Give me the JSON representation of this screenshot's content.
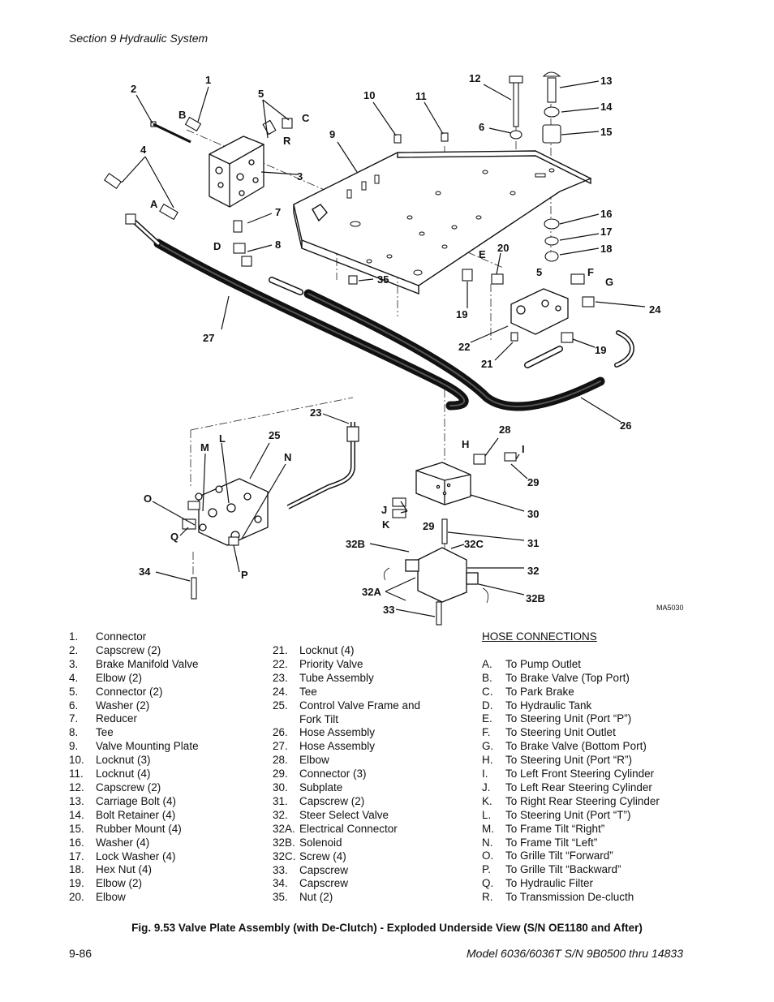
{
  "header": {
    "section": "Section 9    Hydraulic System"
  },
  "diagram": {
    "callouts": [
      "1",
      "2",
      "3",
      "4",
      "5",
      "6",
      "7",
      "8",
      "9",
      "10",
      "11",
      "12",
      "13",
      "14",
      "15",
      "16",
      "17",
      "18",
      "19",
      "20",
      "21",
      "22",
      "23",
      "24",
      "25",
      "26",
      "27",
      "28",
      "29",
      "30",
      "31",
      "32",
      "33",
      "34",
      "35",
      "32A",
      "32B",
      "32C",
      "A",
      "B",
      "C",
      "D",
      "E",
      "F",
      "G",
      "H",
      "I",
      "J",
      "K",
      "L",
      "M",
      "N",
      "O",
      "P",
      "Q",
      "R"
    ],
    "code": "MA5030"
  },
  "parts_col1": [
    {
      "num": "1.",
      "text": "Connector"
    },
    {
      "num": "2.",
      "text": "Capscrew (2)"
    },
    {
      "num": "3.",
      "text": "Brake Manifold Valve"
    },
    {
      "num": "4.",
      "text": "Elbow (2)"
    },
    {
      "num": "5.",
      "text": "Connector (2)"
    },
    {
      "num": "6.",
      "text": "Washer (2)"
    },
    {
      "num": "7.",
      "text": "Reducer"
    },
    {
      "num": "8.",
      "text": "Tee"
    },
    {
      "num": "9.",
      "text": "Valve Mounting Plate"
    },
    {
      "num": "10.",
      "text": "Locknut (3)"
    },
    {
      "num": "11.",
      "text": "Locknut (4)"
    },
    {
      "num": "12.",
      "text": "Capscrew (2)"
    },
    {
      "num": "13.",
      "text": "Carriage Bolt (4)"
    },
    {
      "num": "14.",
      "text": "Bolt Retainer (4)"
    },
    {
      "num": "15.",
      "text": "Rubber Mount (4)"
    },
    {
      "num": "16.",
      "text": "Washer (4)"
    },
    {
      "num": "17.",
      "text": "Lock Washer (4)"
    },
    {
      "num": "18.",
      "text": "Hex Nut (4)"
    },
    {
      "num": "19.",
      "text": "Elbow (2)"
    },
    {
      "num": "20.",
      "text": "Elbow"
    }
  ],
  "parts_col2": [
    {
      "num": "21.",
      "text": "Locknut (4)"
    },
    {
      "num": "22.",
      "text": "Priority Valve"
    },
    {
      "num": "23.",
      "text": "Tube Assembly"
    },
    {
      "num": "24.",
      "text": "Tee"
    },
    {
      "num": "25.",
      "text": "Control Valve Frame and"
    },
    {
      "num": "",
      "text": "Fork Tilt"
    },
    {
      "num": "26.",
      "text": "Hose Assembly"
    },
    {
      "num": "27.",
      "text": "Hose Assembly"
    },
    {
      "num": "28.",
      "text": "Elbow"
    },
    {
      "num": "29.",
      "text": "Connector (3)"
    },
    {
      "num": "30.",
      "text": "Subplate"
    },
    {
      "num": "31.",
      "text": "Capscrew (2)"
    },
    {
      "num": "32.",
      "text": "Steer Select Valve"
    },
    {
      "num": "32A.",
      "text": "Electrical Connector"
    },
    {
      "num": "32B.",
      "text": "Solenoid"
    },
    {
      "num": "32C.",
      "text": "Screw (4)"
    },
    {
      "num": "33.",
      "text": "Capscrew"
    },
    {
      "num": "34.",
      "text": "Capscrew"
    },
    {
      "num": "35.",
      "text": "Nut (2)"
    }
  ],
  "hose_connections": {
    "title": "HOSE CONNECTIONS",
    "items": [
      {
        "num": "A.",
        "text": "To Pump Outlet"
      },
      {
        "num": "B.",
        "text": "To Brake Valve (Top Port)"
      },
      {
        "num": "C.",
        "text": "To Park Brake"
      },
      {
        "num": "D.",
        "text": "To Hydraulic Tank"
      },
      {
        "num": "E.",
        "text": "To Steering Unit (Port “P”)"
      },
      {
        "num": "F.",
        "text": "To Steering Unit Outlet"
      },
      {
        "num": "G.",
        "text": "To Brake Valve (Bottom Port)"
      },
      {
        "num": "H.",
        "text": "To Steering Unit (Port “R”)"
      },
      {
        "num": "I.",
        "text": "To Left Front Steering Cylinder"
      },
      {
        "num": "J.",
        "text": "To Left Rear Steering Cylinder"
      },
      {
        "num": "K.",
        "text": "To Right Rear Steering Cylinder"
      },
      {
        "num": "L.",
        "text": "To Steering Unit (Port “T”)"
      },
      {
        "num": "M.",
        "text": "To Frame Tilt “Right”"
      },
      {
        "num": "N.",
        "text": "To Frame Tilt “Left”"
      },
      {
        "num": "O.",
        "text": "To Grille Tilt “Forward”"
      },
      {
        "num": "P.",
        "text": "To Grille Tilt “Backward”"
      },
      {
        "num": "Q.",
        "text": "To Hydraulic Filter"
      },
      {
        "num": "R.",
        "text": "To Transmission De-clucth"
      }
    ]
  },
  "caption": "Fig. 9.53 Valve Plate Assembly (with De-Clutch) - Exploded Underside View (S/N OE1180 and After)",
  "footer": {
    "page": "9-86",
    "model": "Model 6036/6036T S/N 9B0500 thru 14833"
  }
}
